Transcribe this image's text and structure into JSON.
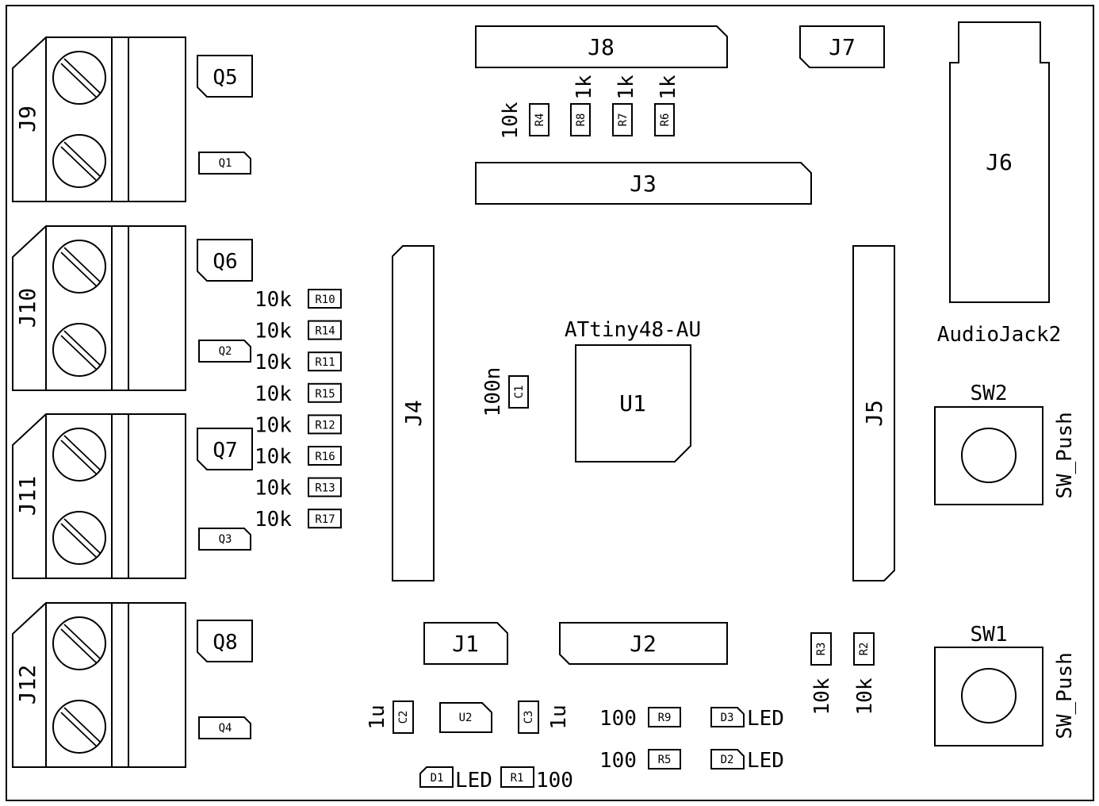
{
  "board": {
    "terminals": [
      "J9",
      "J10",
      "J11",
      "J12"
    ],
    "q_large": [
      "Q5",
      "Q6",
      "Q7",
      "Q8"
    ],
    "q_small": [
      "Q1",
      "Q2",
      "Q3",
      "Q4"
    ],
    "res_left": [
      {
        "ref": "R10",
        "value": "10k"
      },
      {
        "ref": "R14",
        "value": "10k"
      },
      {
        "ref": "R11",
        "value": "10k"
      },
      {
        "ref": "R15",
        "value": "10k"
      },
      {
        "ref": "R12",
        "value": "10k"
      },
      {
        "ref": "R16",
        "value": "10k"
      },
      {
        "ref": "R13",
        "value": "10k"
      },
      {
        "ref": "R17",
        "value": "10k"
      }
    ],
    "res_top": [
      {
        "ref": "R4",
        "value": "10k"
      },
      {
        "ref": "R8",
        "value": "1k"
      },
      {
        "ref": "R7",
        "value": "1k"
      },
      {
        "ref": "R6",
        "value": "1k"
      }
    ],
    "headers": {
      "j8": "J8",
      "j7": "J7",
      "j3": "J3",
      "j4": "J4",
      "j5": "J5",
      "j1": "J1",
      "j2": "J2"
    },
    "u1": {
      "ref": "U1",
      "value": "ATtiny48-AU"
    },
    "c1": {
      "ref": "C1",
      "value": "100n"
    },
    "j6": {
      "ref": "J6",
      "value": "AudioJack2"
    },
    "sw2": {
      "ref": "SW2",
      "value": "SW_Push"
    },
    "sw1": {
      "ref": "SW1",
      "value": "SW_Push"
    },
    "r3": {
      "ref": "R3",
      "value": "10k"
    },
    "r2": {
      "ref": "R2",
      "value": "10k"
    },
    "c2": {
      "ref": "C2",
      "value": "1u"
    },
    "u2": {
      "ref": "U2"
    },
    "c3": {
      "ref": "C3",
      "value": "1u"
    },
    "r9": {
      "ref": "R9",
      "value": "100"
    },
    "r5": {
      "ref": "R5",
      "value": "100"
    },
    "d3": {
      "ref": "D3",
      "value": "LED"
    },
    "d2": {
      "ref": "D2",
      "value": "LED"
    },
    "d1": {
      "ref": "D1",
      "value": "LED"
    },
    "r1": {
      "ref": "R1",
      "value": "100"
    }
  }
}
